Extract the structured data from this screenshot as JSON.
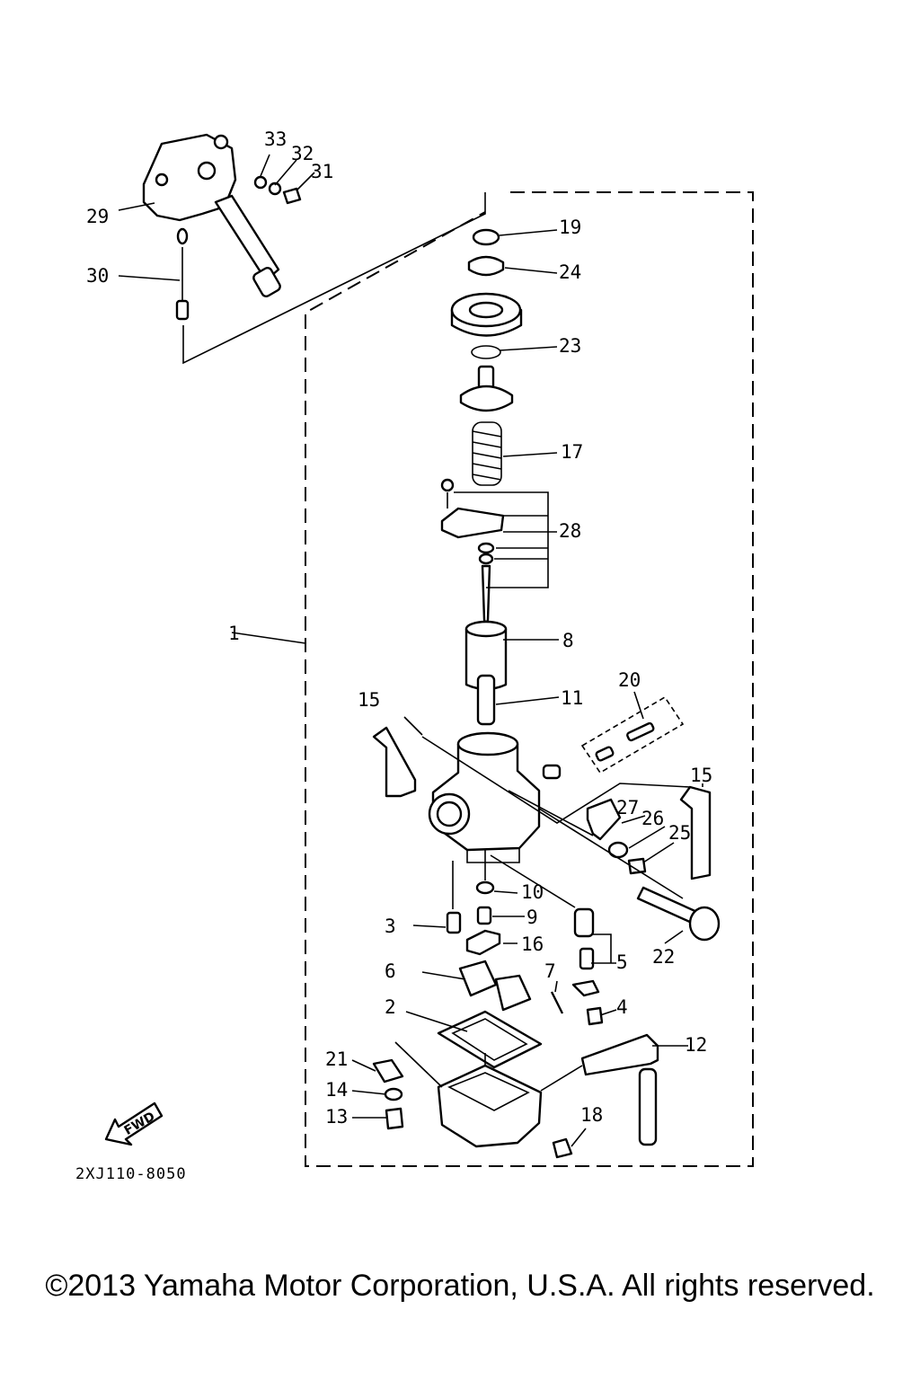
{
  "diagram": {
    "part_labels": [
      {
        "id": "1",
        "text": "1"
      },
      {
        "id": "2",
        "text": "2"
      },
      {
        "id": "3",
        "text": "3"
      },
      {
        "id": "4",
        "text": "4"
      },
      {
        "id": "5",
        "text": "5"
      },
      {
        "id": "6",
        "text": "6"
      },
      {
        "id": "7",
        "text": "7"
      },
      {
        "id": "8",
        "text": "8"
      },
      {
        "id": "9",
        "text": "9"
      },
      {
        "id": "10",
        "text": "10"
      },
      {
        "id": "11",
        "text": "11"
      },
      {
        "id": "12",
        "text": "12"
      },
      {
        "id": "13",
        "text": "13"
      },
      {
        "id": "14",
        "text": "14"
      },
      {
        "id": "15a",
        "text": "15"
      },
      {
        "id": "15b",
        "text": "15"
      },
      {
        "id": "16",
        "text": "16"
      },
      {
        "id": "17",
        "text": "17"
      },
      {
        "id": "18",
        "text": "18"
      },
      {
        "id": "19",
        "text": "19"
      },
      {
        "id": "20",
        "text": "20"
      },
      {
        "id": "21",
        "text": "21"
      },
      {
        "id": "22",
        "text": "22"
      },
      {
        "id": "23",
        "text": "23"
      },
      {
        "id": "24",
        "text": "24"
      },
      {
        "id": "25",
        "text": "25"
      },
      {
        "id": "26",
        "text": "26"
      },
      {
        "id": "27",
        "text": "27"
      },
      {
        "id": "28",
        "text": "28"
      },
      {
        "id": "29",
        "text": "29"
      },
      {
        "id": "30",
        "text": "30"
      },
      {
        "id": "31",
        "text": "31"
      },
      {
        "id": "32",
        "text": "32"
      },
      {
        "id": "33",
        "text": "33"
      }
    ],
    "fwd_label": "FWD",
    "drawing_code": "2XJ110-8050"
  },
  "footer": {
    "copyright": "©2013 Yamaha Motor Corporation, U.S.A. All rights reserved."
  }
}
